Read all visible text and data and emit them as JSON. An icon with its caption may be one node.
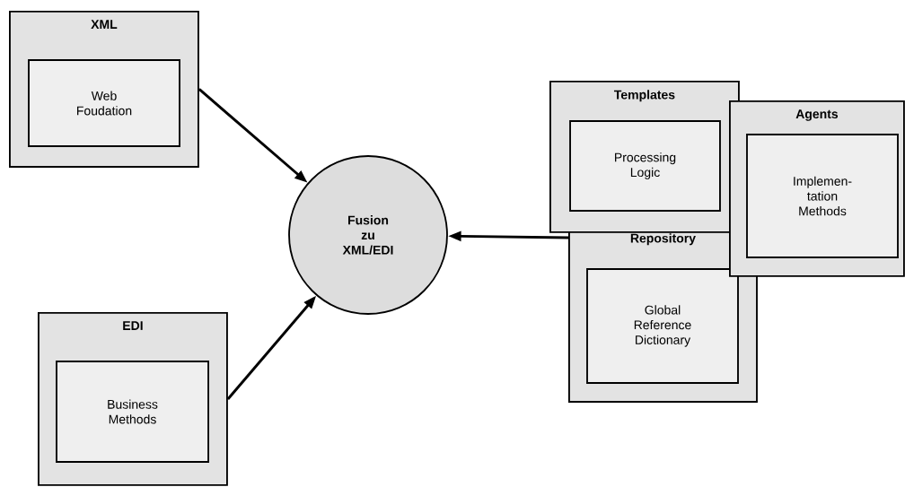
{
  "diagram": {
    "nodes": [
      {
        "text": [
          "XML"
        ]
      },
      {
        "text": [
          "Web Foudation"
        ],
        "in": 0
      },
      {
        "text": [
          "EDI"
        ]
      },
      {
        "text": [
          "Business Methods"
        ],
        "in": 2
      },
      {
        "text": [
          "Fusion zu XML/EDI"
        ]
      },
      {
        "text": [
          "Templates"
        ]
      },
      {
        "text": [
          "Processing Logic"
        ],
        "in": 5
      },
      {
        "text": [
          "Agents"
        ]
      },
      {
        "text": [
          "Implemen- tation Methods"
        ],
        "in": 7
      },
      {
        "text": [
          "Repository"
        ]
      },
      {
        "text": [
          "Global Reference Dictionary"
        ],
        "in": 9
      }
    ],
    "edges": [
      {
        "from": 0,
        "to": 4,
        "arrow": "to"
      },
      {
        "from": 2,
        "to": 4,
        "arrow": "to"
      },
      {
        "from": 9,
        "to": 4,
        "arrow": "to"
      }
    ]
  }
}
